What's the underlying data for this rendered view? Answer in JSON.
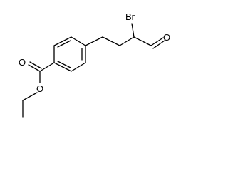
{
  "molecule": {
    "atoms": {
      "bromine": "Br",
      "aldehyde_oxygen": "O",
      "carbonyl_oxygen": "O",
      "ester_oxygen": "O"
    }
  }
}
